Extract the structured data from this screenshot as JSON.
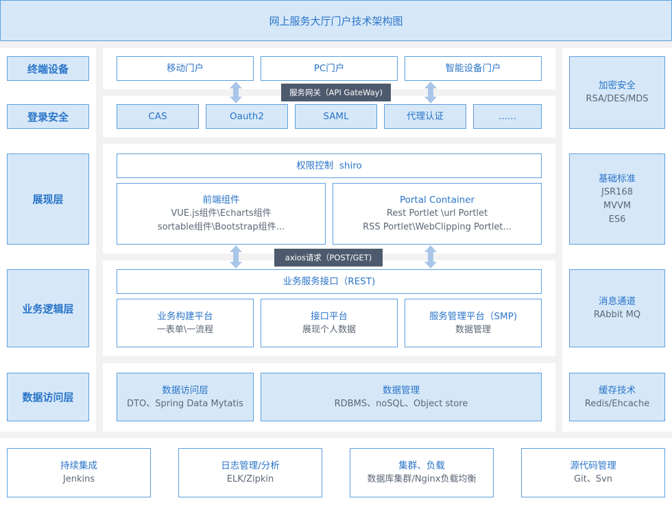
{
  "title": "网上服务大厅门户技术架构图",
  "layers": {
    "terminal": "终端设备",
    "login": "登录安全",
    "presentation": "展现层",
    "business": "业务逻辑层",
    "data": "数据访问层"
  },
  "terminal_items": [
    "移动门户",
    "PC门户",
    "智能设备门户"
  ],
  "login_items": [
    "CAS",
    "Oauth2",
    "SAML",
    "代理认证",
    "......"
  ],
  "api_gateway": "服务网关（API GateWay)",
  "presentation": {
    "access_control": "权限控制  shiro",
    "frontend": {
      "title": "前端组件",
      "line1": "VUE.js组件\\Echarts组件",
      "line2": "sortable组件\\Bootstrap组件..."
    },
    "portal": {
      "title": "Portal Container",
      "line1": "Rest Portlet \\url Portlet",
      "line2": "RSS Portlet\\WebClipping Portlet..."
    }
  },
  "axios": "axios请求（POST/GET)",
  "business": {
    "interface": "业务服务接口（REST)",
    "items": [
      {
        "title": "业务构建平台",
        "sub": "一表单\\一流程"
      },
      {
        "title": "接口平台",
        "sub": "展现个人数据"
      },
      {
        "title": "服务管理平台（SMP)",
        "sub": "数据管理"
      }
    ]
  },
  "data_access": {
    "items": [
      {
        "title": "数据访问层",
        "sub": "DTO、Spring Data Mytatis"
      },
      {
        "title": "数据管理",
        "sub": "RDBMS、noSQL、Object store"
      }
    ]
  },
  "right_side": {
    "security": {
      "title": "加密安全",
      "lines": [
        "RSA/DES/MDS"
      ]
    },
    "standards": {
      "title": "基础标准",
      "lines": [
        "JSR168",
        "MVVM",
        "ES6"
      ]
    },
    "messaging": {
      "title": "消息通道",
      "lines": [
        "RAbbit MQ"
      ]
    },
    "cache": {
      "title": "缓存技术",
      "lines": [
        "Redis/Ehcache"
      ]
    }
  },
  "bottom": [
    {
      "title": "持续集成",
      "sub": "Jenkins"
    },
    {
      "title": "日志管理/分析",
      "sub": "ELK/Zipkin"
    },
    {
      "title": "集群、负载",
      "sub": "数据库集群/Nginx负载均衡"
    },
    {
      "title": "源代码管理",
      "sub": "Git、Svn"
    }
  ],
  "colors": {
    "border": "#5a9ee0",
    "tint": "#d6e8f8",
    "text": "#2a74c8",
    "arrow": "#a9c6e8",
    "gateway": "#4d5a6d"
  }
}
